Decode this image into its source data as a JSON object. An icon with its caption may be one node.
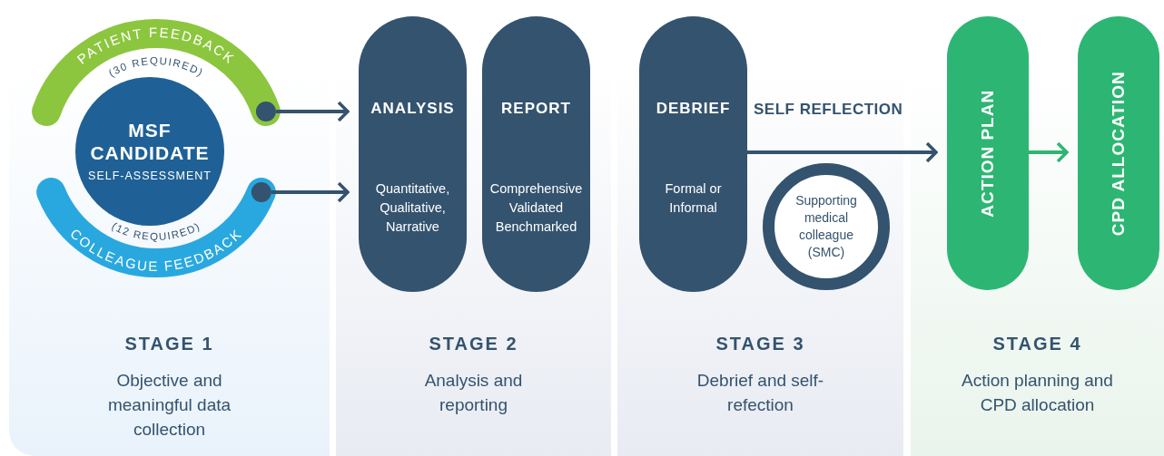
{
  "diagram": {
    "nodes": [
      {
        "text": [
          "STAGE 1",
          "Objective and meaningful data collection"
        ]
      },
      {
        "text": [
          "PATIENT FEEDBACK",
          "(30 REQUIRED)"
        ],
        "in": 0
      },
      {
        "text": [
          "MSF CANDIDATE",
          "SELF-ASSESSMENT"
        ],
        "in": 0
      },
      {
        "text": [
          "COLLEAGUE FEEDBACK",
          "(12 REQUIRED)"
        ],
        "in": 0
      },
      {
        "text": [
          "STAGE 2",
          "Analysis and reporting"
        ]
      },
      {
        "text": [
          "ANALYSIS",
          "Quantitative, Qualitative, Narrative"
        ],
        "in": 4
      },
      {
        "text": [
          "REPORT",
          "Comprehensive Validated Benchmarked"
        ],
        "in": 4
      },
      {
        "text": [
          "STAGE 3",
          "Debrief and self-refection"
        ]
      },
      {
        "text": [
          "DEBRIEF",
          "Formal or Informal"
        ],
        "in": 7
      },
      {
        "text": [
          "Supporting medical colleague (SMC)"
        ],
        "in": 7
      },
      {
        "text": [
          "STAGE 4",
          "Action planning and CPD allocation"
        ]
      },
      {
        "text": [
          "ACTION PLAN"
        ],
        "in": 10
      },
      {
        "text": [
          "CPD ALLOCATION"
        ],
        "in": 10
      }
    ],
    "edges": [
      {
        "from": 1,
        "to": 5,
        "arrow": "to"
      },
      {
        "from": 3,
        "to": 5,
        "arrow": "to"
      },
      {
        "from": 8,
        "to": 11,
        "arrow": "to",
        "label": "SELF REFLECTION"
      },
      {
        "from": 11,
        "to": 12,
        "arrow": "to",
        "color": "#2db673"
      }
    ]
  }
}
